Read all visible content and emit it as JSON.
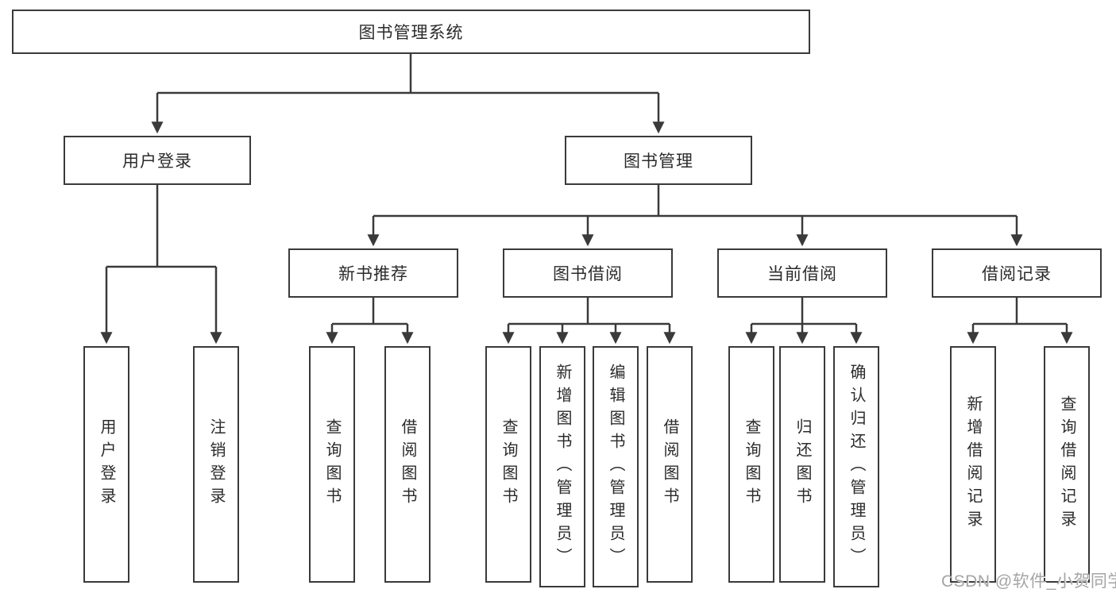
{
  "tree": {
    "root": {
      "label": "图书管理系统"
    },
    "level2": [
      {
        "label": "用户登录"
      },
      {
        "label": "图书管理"
      }
    ],
    "level3": [
      {
        "label": "新书推荐"
      },
      {
        "label": "图书借阅"
      },
      {
        "label": "当前借阅"
      },
      {
        "label": "借阅记录"
      }
    ],
    "leaves": [
      {
        "label": "用户登录"
      },
      {
        "label": "注销登录"
      },
      {
        "label": "查询图书"
      },
      {
        "label": "借阅图书"
      },
      {
        "label": "查询图书"
      },
      {
        "label": "新增图书（管理员）"
      },
      {
        "label": "编辑图书（管理员）"
      },
      {
        "label": "借阅图书"
      },
      {
        "label": "查询图书"
      },
      {
        "label": "归还图书"
      },
      {
        "label": "确认归还（管理员）"
      },
      {
        "label": "新增借阅记录"
      },
      {
        "label": "查询借阅记录"
      }
    ]
  },
  "watermark": {
    "text": "CSDN @软件_小贺同学"
  },
  "colors": {
    "line": "#3a3a3a",
    "text": "#2b2b2b",
    "box_background": "#ffffff",
    "watermark": "#a5a5a5"
  }
}
